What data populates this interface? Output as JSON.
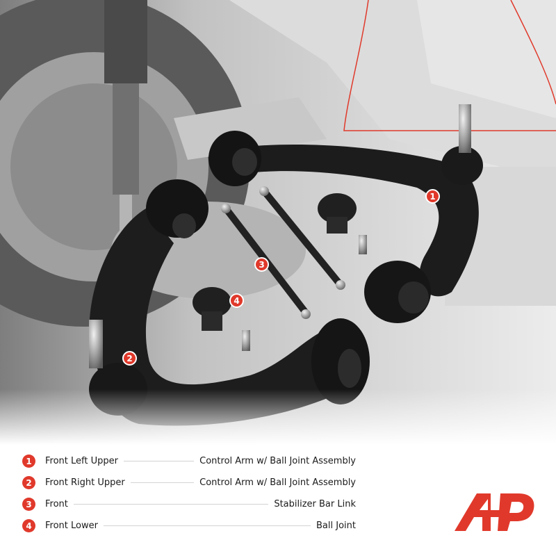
{
  "legend": {
    "items": [
      {
        "num": "1",
        "left": "Front Left Upper",
        "right": "Control Arm w/ Ball Joint Assembly"
      },
      {
        "num": "2",
        "left": "Front Right Upper",
        "right": "Control Arm w/ Ball Joint Assembly"
      },
      {
        "num": "3",
        "left": "Front",
        "right": "Stabilizer Bar Link"
      },
      {
        "num": "4",
        "left": "Front Lower",
        "right": "Ball Joint"
      }
    ]
  },
  "callouts": [
    "1",
    "2",
    "3",
    "4"
  ],
  "colors": {
    "accent": "#e0392b",
    "text": "#1a1a1a",
    "background": "#ffffff"
  },
  "icons": {
    "logo": "a-premium-logo-icon"
  }
}
